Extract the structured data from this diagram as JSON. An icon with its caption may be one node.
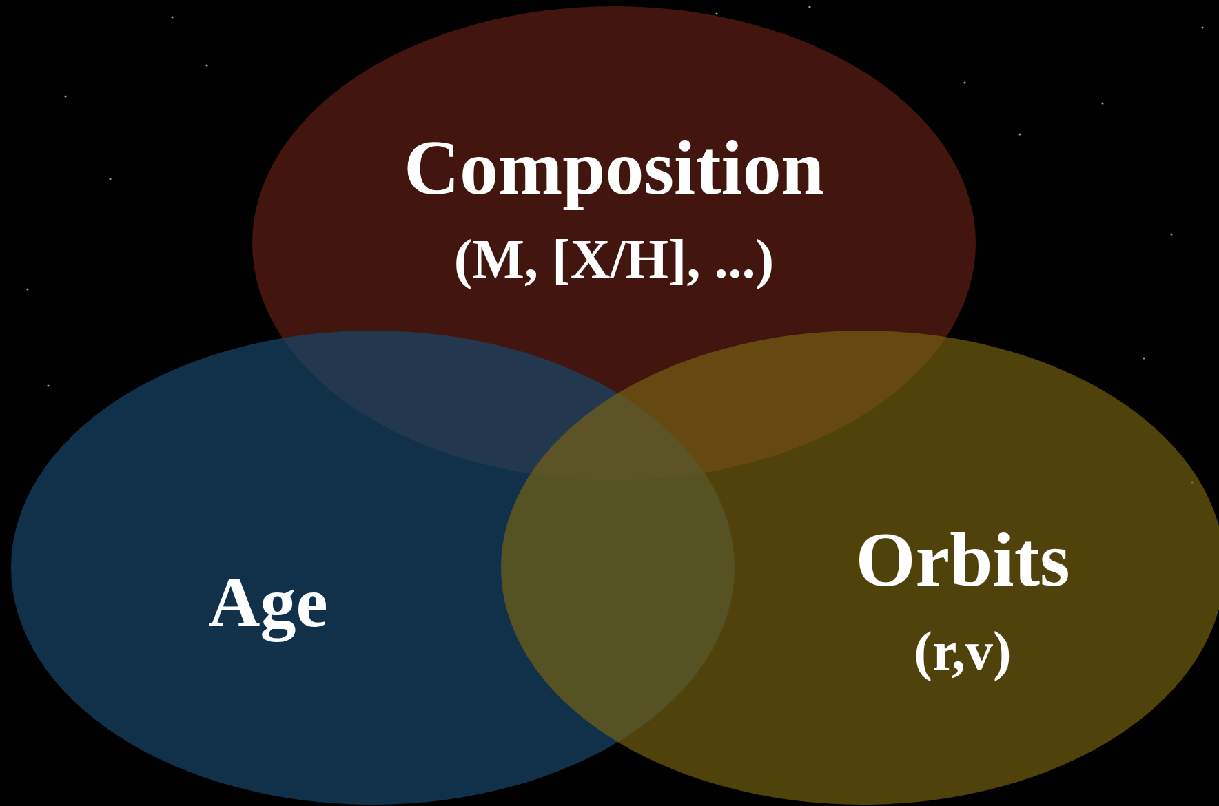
{
  "diagram": {
    "nodes": [
      {
        "text": [
          "Composition",
          "(M, [X/H], ...)"
        ]
      },
      {
        "text": [
          "Age"
        ]
      },
      {
        "text": [
          "Orbits",
          "(r,v)"
        ]
      }
    ],
    "edges": []
  }
}
